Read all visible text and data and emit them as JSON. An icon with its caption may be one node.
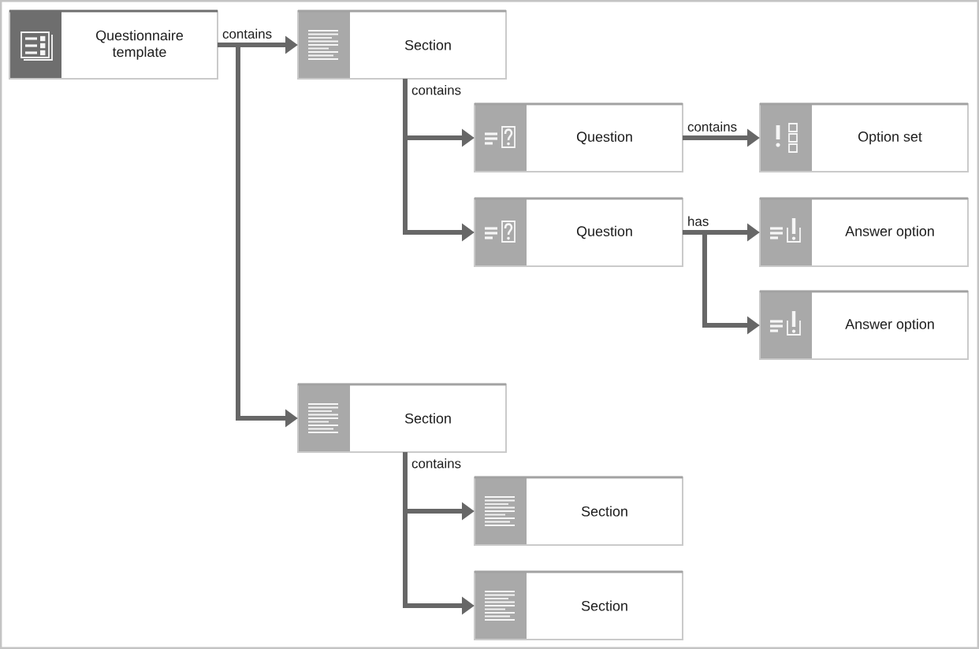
{
  "diagram": {
    "nodes": [
      {
        "text": [
          "Questionnaire template"
        ]
      },
      {
        "text": [
          "Section"
        ]
      },
      {
        "text": [
          "Question"
        ]
      },
      {
        "text": [
          "Option set"
        ]
      },
      {
        "text": [
          "Question"
        ]
      },
      {
        "text": [
          "Answer option"
        ]
      },
      {
        "text": [
          "Answer option"
        ]
      },
      {
        "text": [
          "Section"
        ]
      },
      {
        "text": [
          "Section"
        ]
      },
      {
        "text": [
          "Section"
        ]
      }
    ],
    "edges": [
      {
        "from": 0,
        "to": 1,
        "arrow": "to",
        "label": "contains"
      },
      {
        "from": 0,
        "to": 7,
        "arrow": "to"
      },
      {
        "from": 1,
        "to": 2,
        "arrow": "to",
        "label": "contains"
      },
      {
        "from": 1,
        "to": 4,
        "arrow": "to"
      },
      {
        "from": 2,
        "to": 3,
        "arrow": "to",
        "label": "contains"
      },
      {
        "from": 4,
        "to": 5,
        "arrow": "to",
        "label": "has"
      },
      {
        "from": 4,
        "to": 6,
        "arrow": "to"
      },
      {
        "from": 7,
        "to": 8,
        "arrow": "to",
        "label": "contains"
      },
      {
        "from": 7,
        "to": 9,
        "arrow": "to"
      }
    ]
  }
}
